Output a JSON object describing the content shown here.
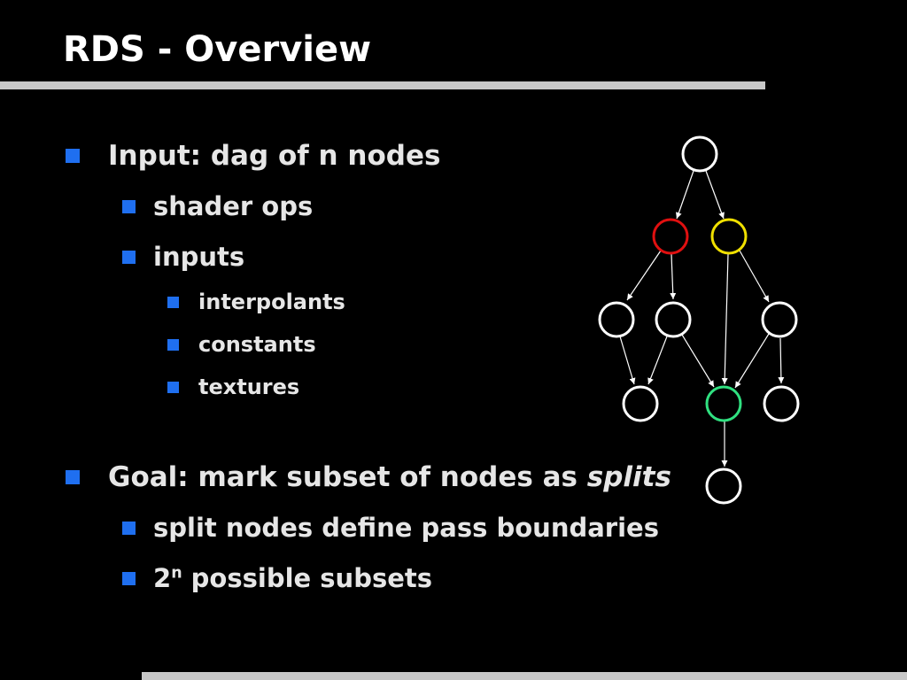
{
  "slide": {
    "title": "RDS - Overview"
  },
  "bullets": {
    "input": "Input: dag of n nodes",
    "shader_ops": "shader ops",
    "inputs": "inputs",
    "interpolants": "interpolants",
    "constants": "constants",
    "textures": "textures",
    "goal_prefix": "Goal: mark subset of nodes as ",
    "goal_emphasis": "splits",
    "split_nodes": "split nodes define pass boundaries",
    "subsets_base": "2",
    "subsets_exponent": "n",
    "subsets_rest": " possible subsets"
  },
  "colors": {
    "background": "#000000",
    "bullet_marker": "#1f6ff0",
    "rule": "#c8c8c8",
    "node_default": "#ffffff",
    "node_red": "#e01010",
    "node_yellow": "#f0e000",
    "node_green": "#30e080"
  }
}
